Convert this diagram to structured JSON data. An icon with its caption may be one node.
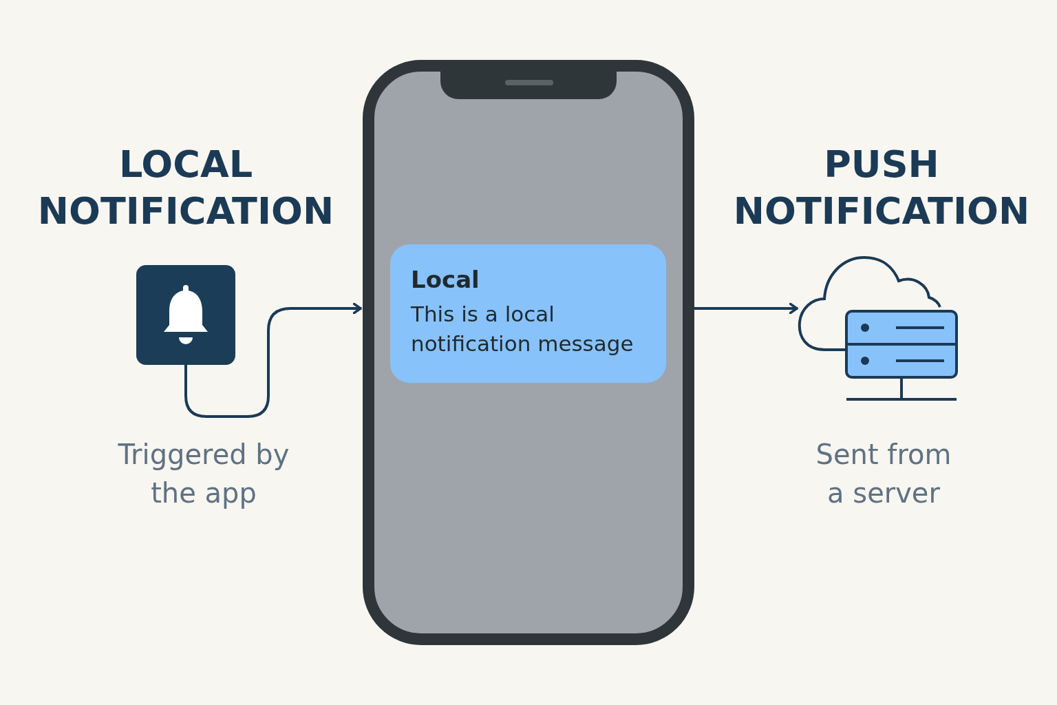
{
  "diagram": {
    "nodes": [
      {
        "text": [],
        "shape": "box",
        "beside": [
          "LOCAL NOTIFICATION",
          "Triggered by the app"
        ]
      },
      {
        "text": [],
        "shape": "phone"
      },
      {
        "text": [
          "Local",
          "This is a local notification message"
        ],
        "in": 1
      },
      {
        "text": [],
        "shape": "cloud",
        "beside": [
          "PUSH NOTIFICATION",
          "Sent from a server"
        ]
      }
    ],
    "edges": [
      {
        "from": 0,
        "to": 1,
        "arrow": "to"
      },
      {
        "from": 1,
        "to": 3,
        "arrow": "to"
      }
    ]
  }
}
